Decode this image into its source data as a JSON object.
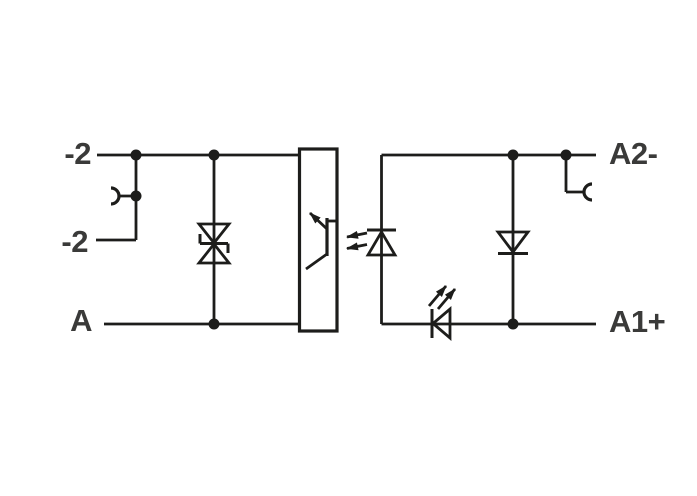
{
  "diagram": {
    "type": "circuit-schematic",
    "background_color": "#ffffff",
    "line_color": "#1d1d1b",
    "text_color": "#3a3a39",
    "terminals": {
      "minus2_top": "-2",
      "minus2_bottom": "-2",
      "a": "A",
      "a2_minus": "A2-",
      "a1_plus": "A1+"
    },
    "icons": [
      {
        "name": "socket-contact-left-icon",
        "shape": "half-circle open left on stub wire"
      },
      {
        "name": "suppressor-diode-icon",
        "shape": "bidirectional TVS diode (two triangles tip-to-tip with hooked center bar)"
      },
      {
        "name": "optocoupler-body",
        "shape": "tall rectangle"
      },
      {
        "name": "phototransistor-icon",
        "shape": "transistor bar with NW arrow and SW emitter line"
      },
      {
        "name": "coupler-led-icon",
        "shape": "diode pointing up with cathode bar on top"
      },
      {
        "name": "light-arrows-icon",
        "shape": "two filled arrows pointing left toward phototransistor"
      },
      {
        "name": "protection-diode-icon",
        "shape": "diode pointing down with cathode bar below"
      },
      {
        "name": "status-led-icon",
        "shape": "diode pointing left with vertical cathode bar"
      },
      {
        "name": "emission-arrows-icon",
        "shape": "two filled arrows pointing up-right"
      },
      {
        "name": "socket-contact-right-icon",
        "shape": "half-circle open right on stub wire"
      }
    ]
  }
}
